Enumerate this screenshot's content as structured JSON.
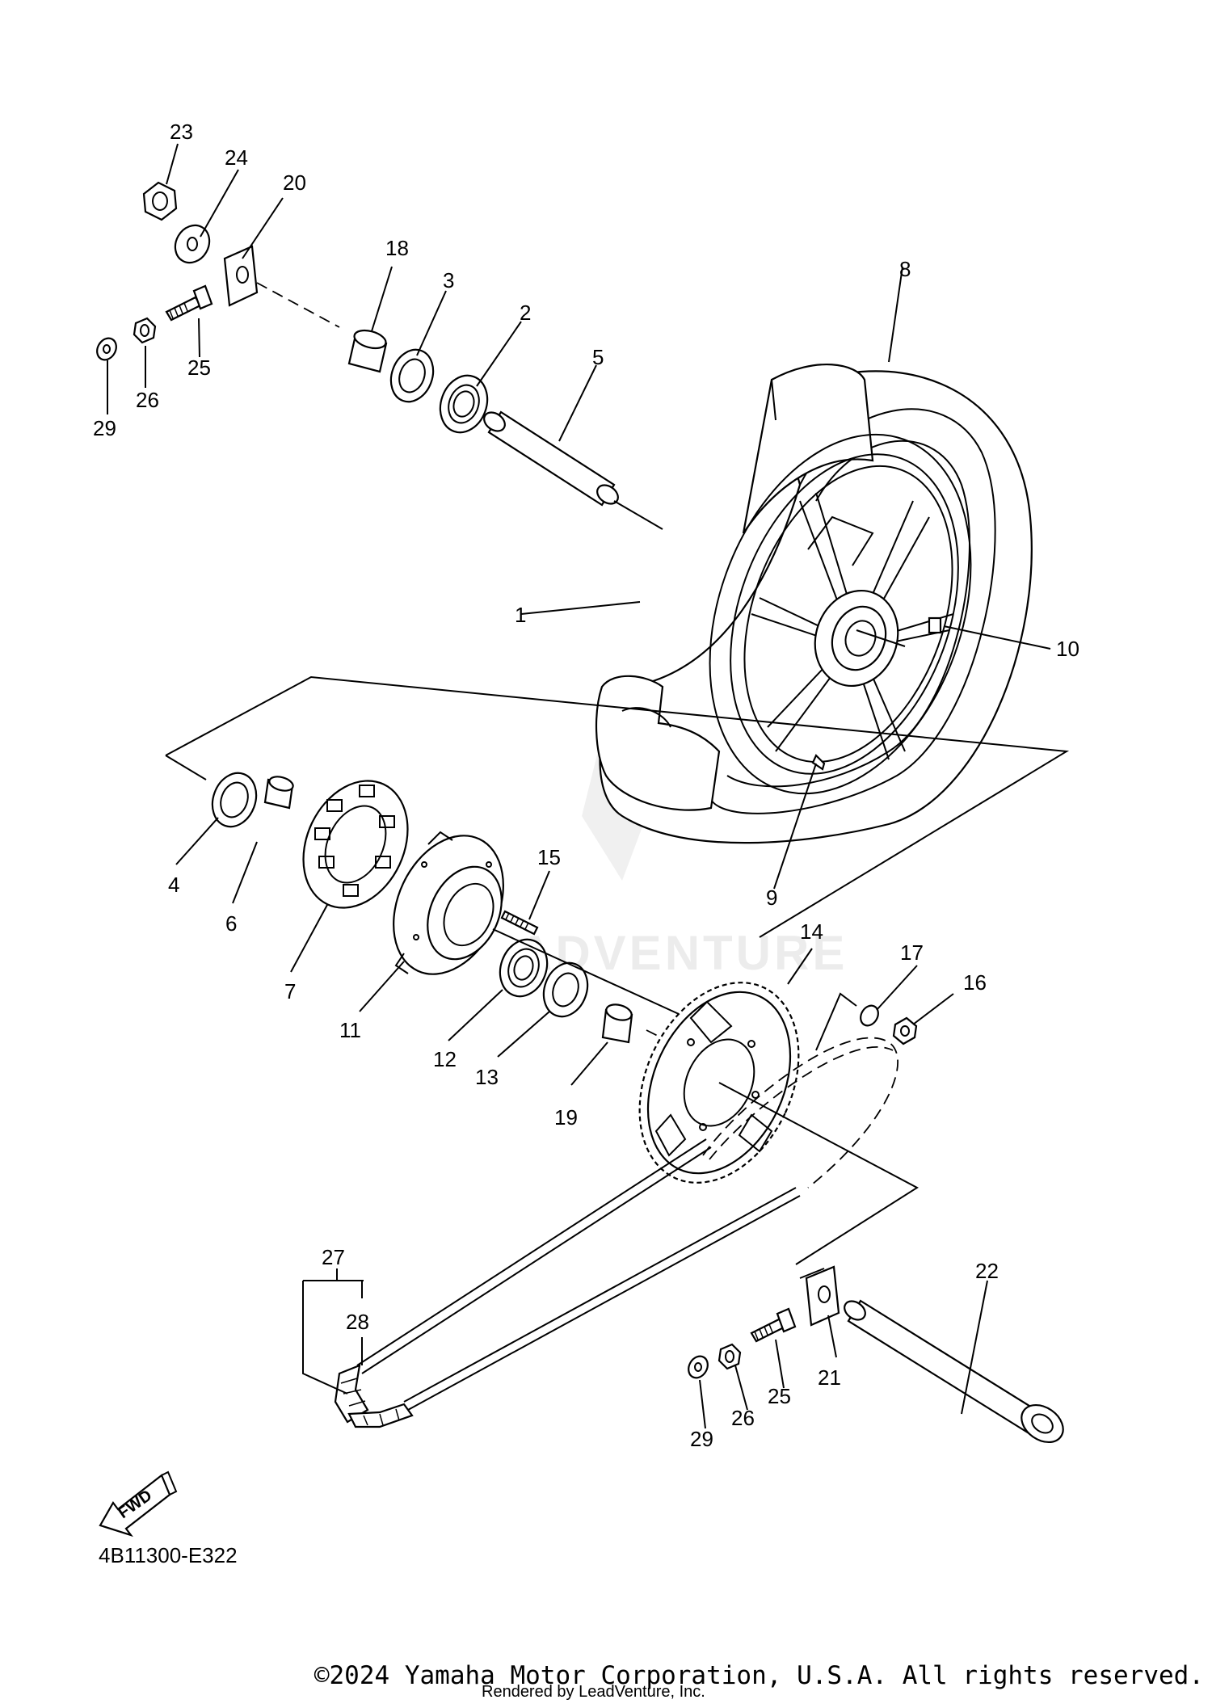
{
  "diagram": {
    "code": "4B11300-E322",
    "fwd_label": "FWD",
    "watermark": "ADVENTURE",
    "callouts": [
      {
        "id": "c1",
        "text": "1"
      },
      {
        "id": "c2",
        "text": "2"
      },
      {
        "id": "c3",
        "text": "3"
      },
      {
        "id": "c4",
        "text": "4"
      },
      {
        "id": "c5",
        "text": "5"
      },
      {
        "id": "c6",
        "text": "6"
      },
      {
        "id": "c7",
        "text": "7"
      },
      {
        "id": "c8",
        "text": "8"
      },
      {
        "id": "c9",
        "text": "9"
      },
      {
        "id": "c10",
        "text": "10"
      },
      {
        "id": "c11",
        "text": "11"
      },
      {
        "id": "c12",
        "text": "12"
      },
      {
        "id": "c13",
        "text": "13"
      },
      {
        "id": "c14",
        "text": "14"
      },
      {
        "id": "c15",
        "text": "15"
      },
      {
        "id": "c16",
        "text": "16"
      },
      {
        "id": "c17",
        "text": "17"
      },
      {
        "id": "c18",
        "text": "18"
      },
      {
        "id": "c19",
        "text": "19"
      },
      {
        "id": "c20",
        "text": "20"
      },
      {
        "id": "c21",
        "text": "21"
      },
      {
        "id": "c22",
        "text": "22"
      },
      {
        "id": "c23",
        "text": "23"
      },
      {
        "id": "c24",
        "text": "24"
      },
      {
        "id": "c25a",
        "text": "25"
      },
      {
        "id": "c26a",
        "text": "26"
      },
      {
        "id": "c29a",
        "text": "29"
      },
      {
        "id": "c25b",
        "text": "25"
      },
      {
        "id": "c26b",
        "text": "26"
      },
      {
        "id": "c29b",
        "text": "29"
      },
      {
        "id": "c27",
        "text": "27"
      },
      {
        "id": "c28",
        "text": "28"
      }
    ]
  },
  "footer": {
    "copyright": "©2024 Yamaha Motor Corporation, U.S.A. All rights reserved.",
    "rendered_by": "Rendered by LeadVenture, Inc."
  }
}
